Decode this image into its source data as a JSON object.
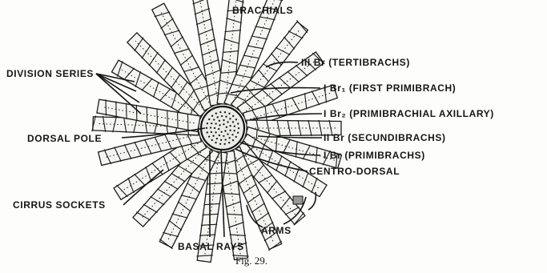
{
  "labels": {
    "brachials": "BRACHIALS",
    "tertibrachs": "III Br (TERTIBRACHS)",
    "first_primibrach": "I Br₁ (FIRST PRIMIBRACH)",
    "primibrachial_axillary": "I Br₂ (PRIMIBRACHIAL AXILLARY)",
    "secundibrachs": "II Br (SECUNDIBRACHS)",
    "primibrachs": "I Br (PRIMIBRACHS)",
    "centro_dorsal": "CENTRO-DORSAL",
    "division_series": "DIVISION SERIES",
    "dorsal_pole": "DORSAL POLE",
    "cirrus_sockets": "CIRRUS SOCKETS",
    "arms": "ARMS",
    "basal_rays": "BASAL RAYS"
  },
  "caption": "Fig. 29."
}
